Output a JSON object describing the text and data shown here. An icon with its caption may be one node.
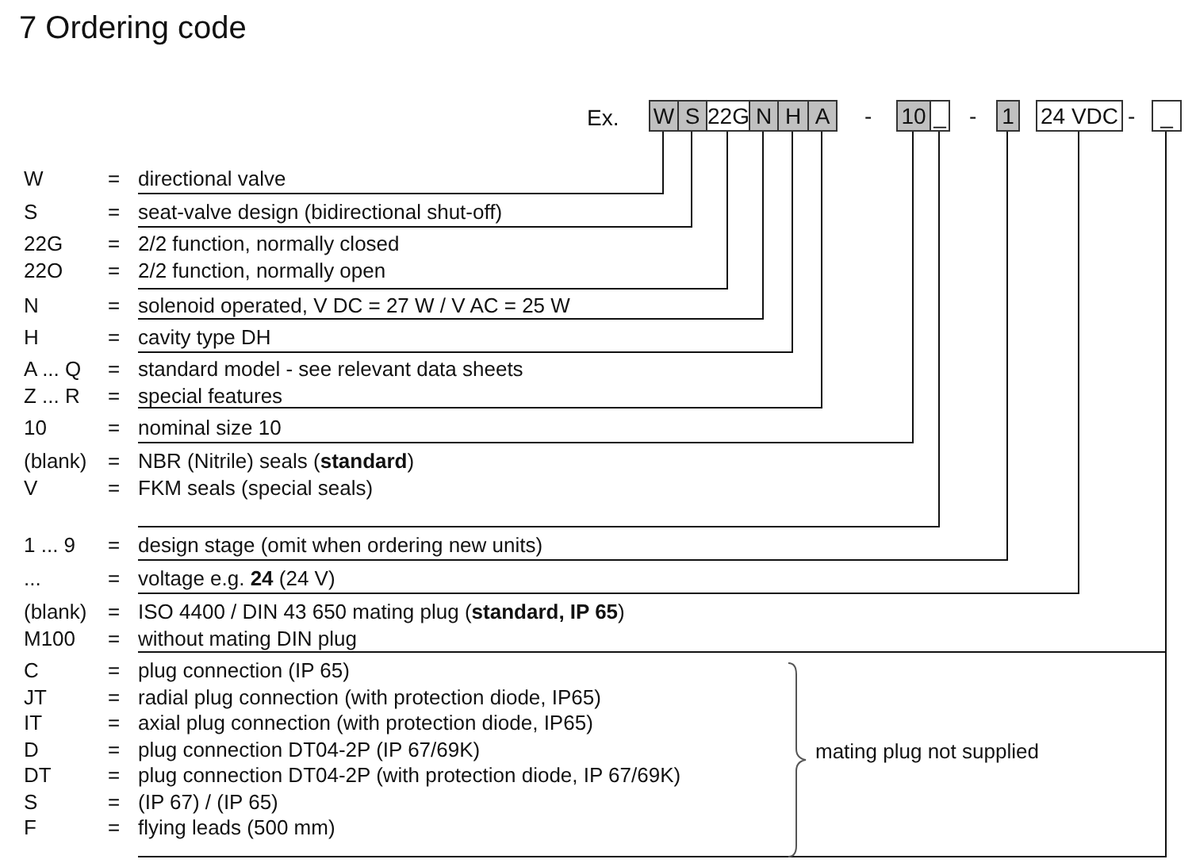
{
  "diagram": {
    "title": "7 Ordering code",
    "nodes": [
      {
        "text": [
          "W"
        ]
      },
      {
        "text": [
          "S"
        ]
      },
      {
        "text": [
          "22G"
        ]
      },
      {
        "text": [
          "N"
        ]
      },
      {
        "text": [
          "H"
        ]
      },
      {
        "text": [
          "A"
        ]
      },
      {
        "text": [
          "10"
        ]
      },
      {
        "text": [
          "_"
        ]
      },
      {
        "text": [
          "1"
        ]
      },
      {
        "text": [
          "24 VDC"
        ]
      },
      {
        "text": [
          "_"
        ]
      },
      {
        "text": [
          "W",
          "=",
          "directional valve"
        ]
      },
      {
        "text": [
          "S",
          "=",
          "seat-valve design (bidirectional shut-off)"
        ]
      },
      {
        "text": [
          "22G",
          "=",
          "2/2 function, normally closed",
          "22O",
          "=",
          "2/2 function, normally open"
        ]
      },
      {
        "text": [
          "N",
          "=",
          "solenoid operated, V DC = 27  W  /  V AC = 25  W"
        ]
      },
      {
        "text": [
          "H",
          "=",
          "cavity type DH"
        ]
      },
      {
        "text": [
          "A ... Q",
          "=",
          "standard model - see relevant data sheets",
          "Z ... R",
          "=",
          "special features"
        ]
      },
      {
        "text": [
          "10",
          "=",
          "nominal size 10"
        ]
      },
      {
        "text": [
          "(blank)",
          "=",
          "NBR (Nitrile) seals  (**standard**)",
          "V",
          "=",
          "FKM seals (special seals)"
        ]
      },
      {
        "text": [
          "1 ... 9",
          "=",
          "design stage (omit when ordering new units)"
        ]
      },
      {
        "text": [
          "...",
          "=",
          "voltage e.g. **24** (24 V)"
        ]
      },
      {
        "text": [
          "(blank)",
          "=",
          "ISO 4400 / DIN 43 650 mating plug (**standard, IP 65**)",
          "M100",
          "=",
          "without mating DIN plug"
        ]
      },
      {
        "text": [
          "C",
          "=",
          "plug connection (IP 65)",
          "JT",
          "=",
          "radial plug connection (with protection diode, IP65)",
          "IT",
          "=",
          "axial plug connection (with protection diode, IP65)",
          "D",
          "=",
          "plug connection DT04-2P (IP 67/69K)",
          "DT",
          "=",
          "plug connection DT04-2P (with protection diode, IP 67/69K)",
          "S",
          "=",
          "(IP 67) / (IP 65)",
          "F",
          "=",
          "flying leads (500 mm)"
        ]
      }
    ],
    "edges": [
      {
        "from": 0,
        "to": 11,
        "arrow": "none"
      },
      {
        "from": 1,
        "to": 12,
        "arrow": "none"
      },
      {
        "from": 2,
        "to": 13,
        "arrow": "none"
      },
      {
        "from": 3,
        "to": 14,
        "arrow": "none"
      },
      {
        "from": 4,
        "to": 15,
        "arrow": "none"
      },
      {
        "from": 5,
        "to": 16,
        "arrow": "none"
      },
      {
        "from": 6,
        "to": 17,
        "arrow": "none"
      },
      {
        "from": 7,
        "to": 18,
        "arrow": "none"
      },
      {
        "from": 8,
        "to": 19,
        "arrow": "none"
      },
      {
        "from": 9,
        "to": 20,
        "arrow": "none"
      },
      {
        "from": 10,
        "to": 21,
        "arrow": "none"
      },
      {
        "from": 10,
        "to": 22,
        "arrow": "none"
      }
    ],
    "labels": [
      "Ex.",
      "-",
      "-",
      "-",
      "mating plug not supplied"
    ]
  }
}
